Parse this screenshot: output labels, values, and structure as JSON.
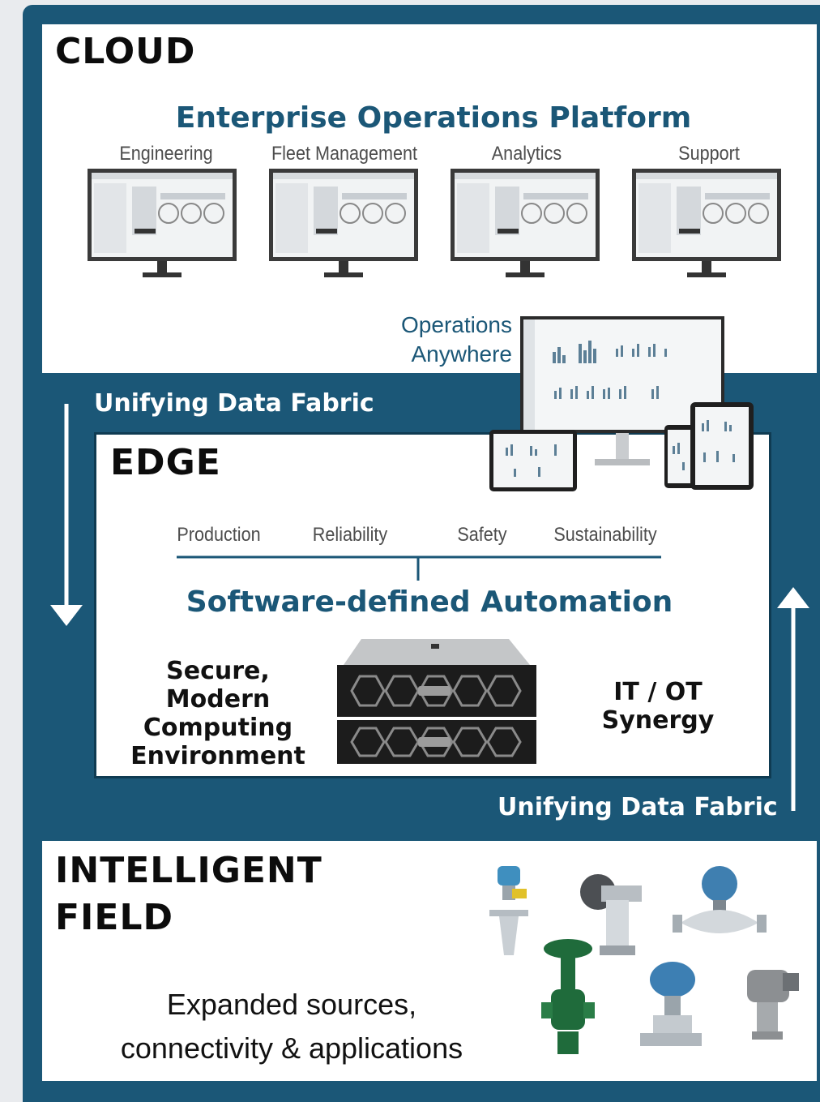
{
  "cloud": {
    "heading": "CLOUD",
    "platform_title": "Enterprise Operations Platform",
    "monitors": [
      {
        "label": "Engineering"
      },
      {
        "label": "Fleet Management"
      },
      {
        "label": "Analytics"
      },
      {
        "label": "Support"
      }
    ],
    "operations_line1": "Operations",
    "operations_line2": "Anywhere"
  },
  "fabric": {
    "top_label": "Unifying Data Fabric",
    "bottom_label": "Unifying Data Fabric"
  },
  "edge": {
    "heading": "EDGE",
    "categories": [
      "Production",
      "Reliability",
      "Safety",
      "Sustainability"
    ],
    "title": "Software-defined Automation",
    "left_text": [
      "Secure, Modern",
      "Computing",
      "Environment"
    ],
    "right_text": [
      "IT / OT",
      "Synergy"
    ]
  },
  "field": {
    "heading_line1": "INTELLIGENT",
    "heading_line2": "FIELD",
    "text_line1": "Expanded sources,",
    "text_line2": "connectivity & applications"
  },
  "colors": {
    "frame": "#1b5777",
    "accent_blue": "#1b5777",
    "panel": "#ffffff"
  }
}
